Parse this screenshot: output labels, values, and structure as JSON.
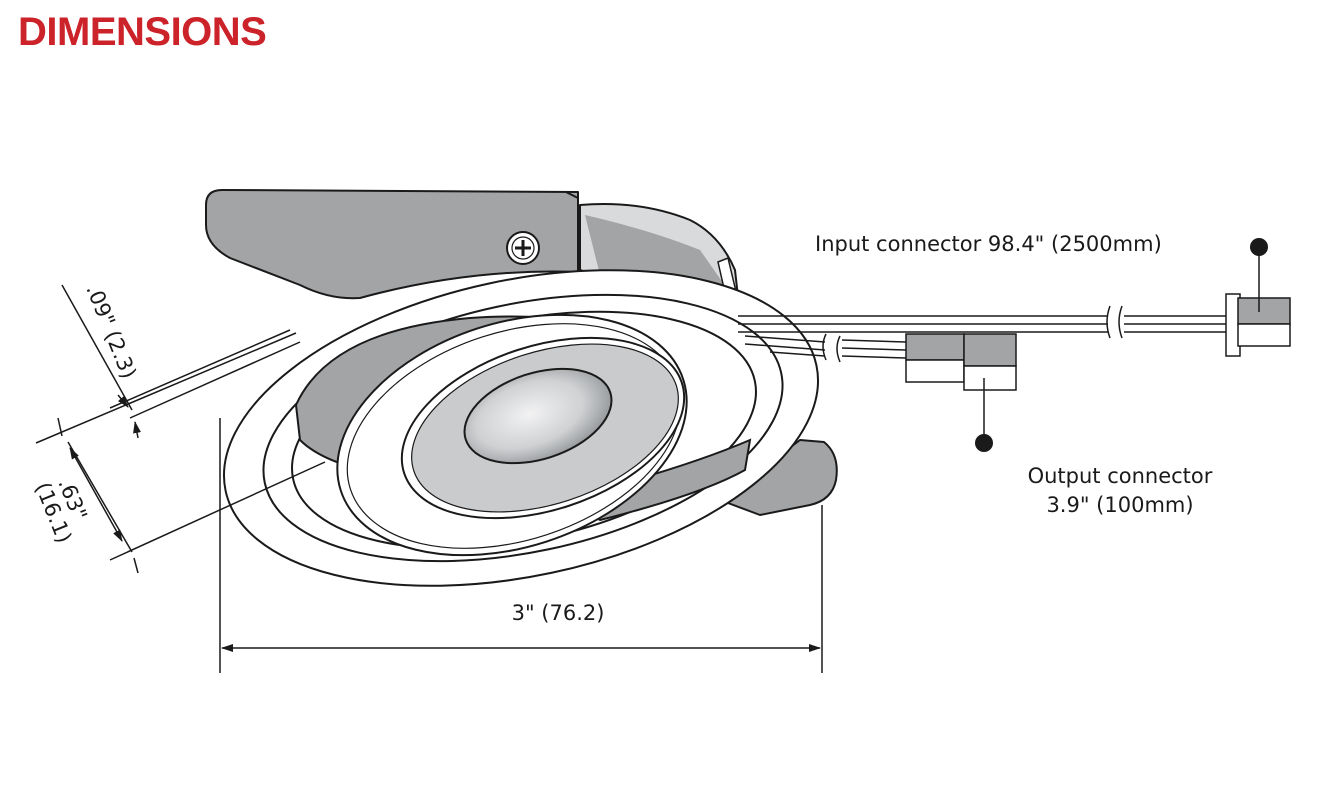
{
  "heading": "DIMENSIONS",
  "colors": {
    "heading": "#cc2229",
    "bracket_fill": "#a2a4a6",
    "reflector_fill": "#c9cbcd",
    "outline": "#1a1a1a"
  },
  "labels": {
    "input_connector": "Input connector 98.4\" (2500mm)",
    "output_connector_line1": "Output connector",
    "output_connector_line2": "3.9\" (100mm)",
    "width": "3\" (76.2)",
    "thickness": ".09\" (2.3)",
    "depth_line1": ".63\"",
    "depth_line2": "(16.1)"
  },
  "icons": [
    "phillips-screw-icon"
  ]
}
